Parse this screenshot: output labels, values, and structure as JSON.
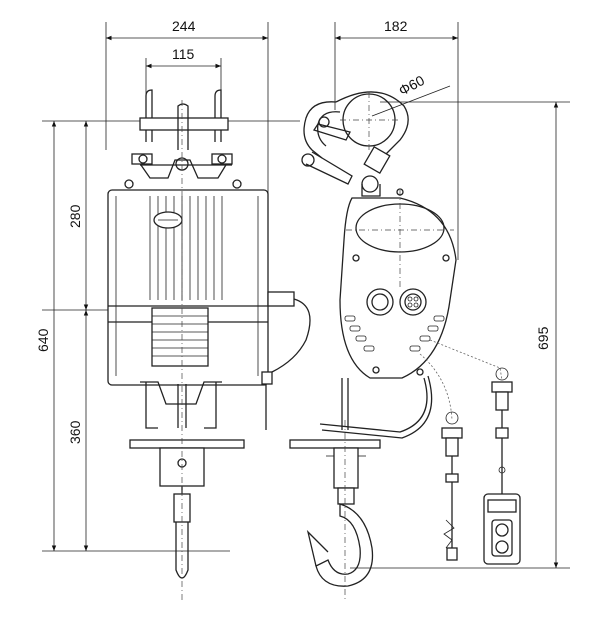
{
  "dimensions": {
    "front_width": "244",
    "front_inner_width": "115",
    "side_width": "182",
    "rope_diameter": "Φ60",
    "total_height": "640",
    "upper_height": "280",
    "lower_height": "360",
    "overall_height": "695"
  }
}
